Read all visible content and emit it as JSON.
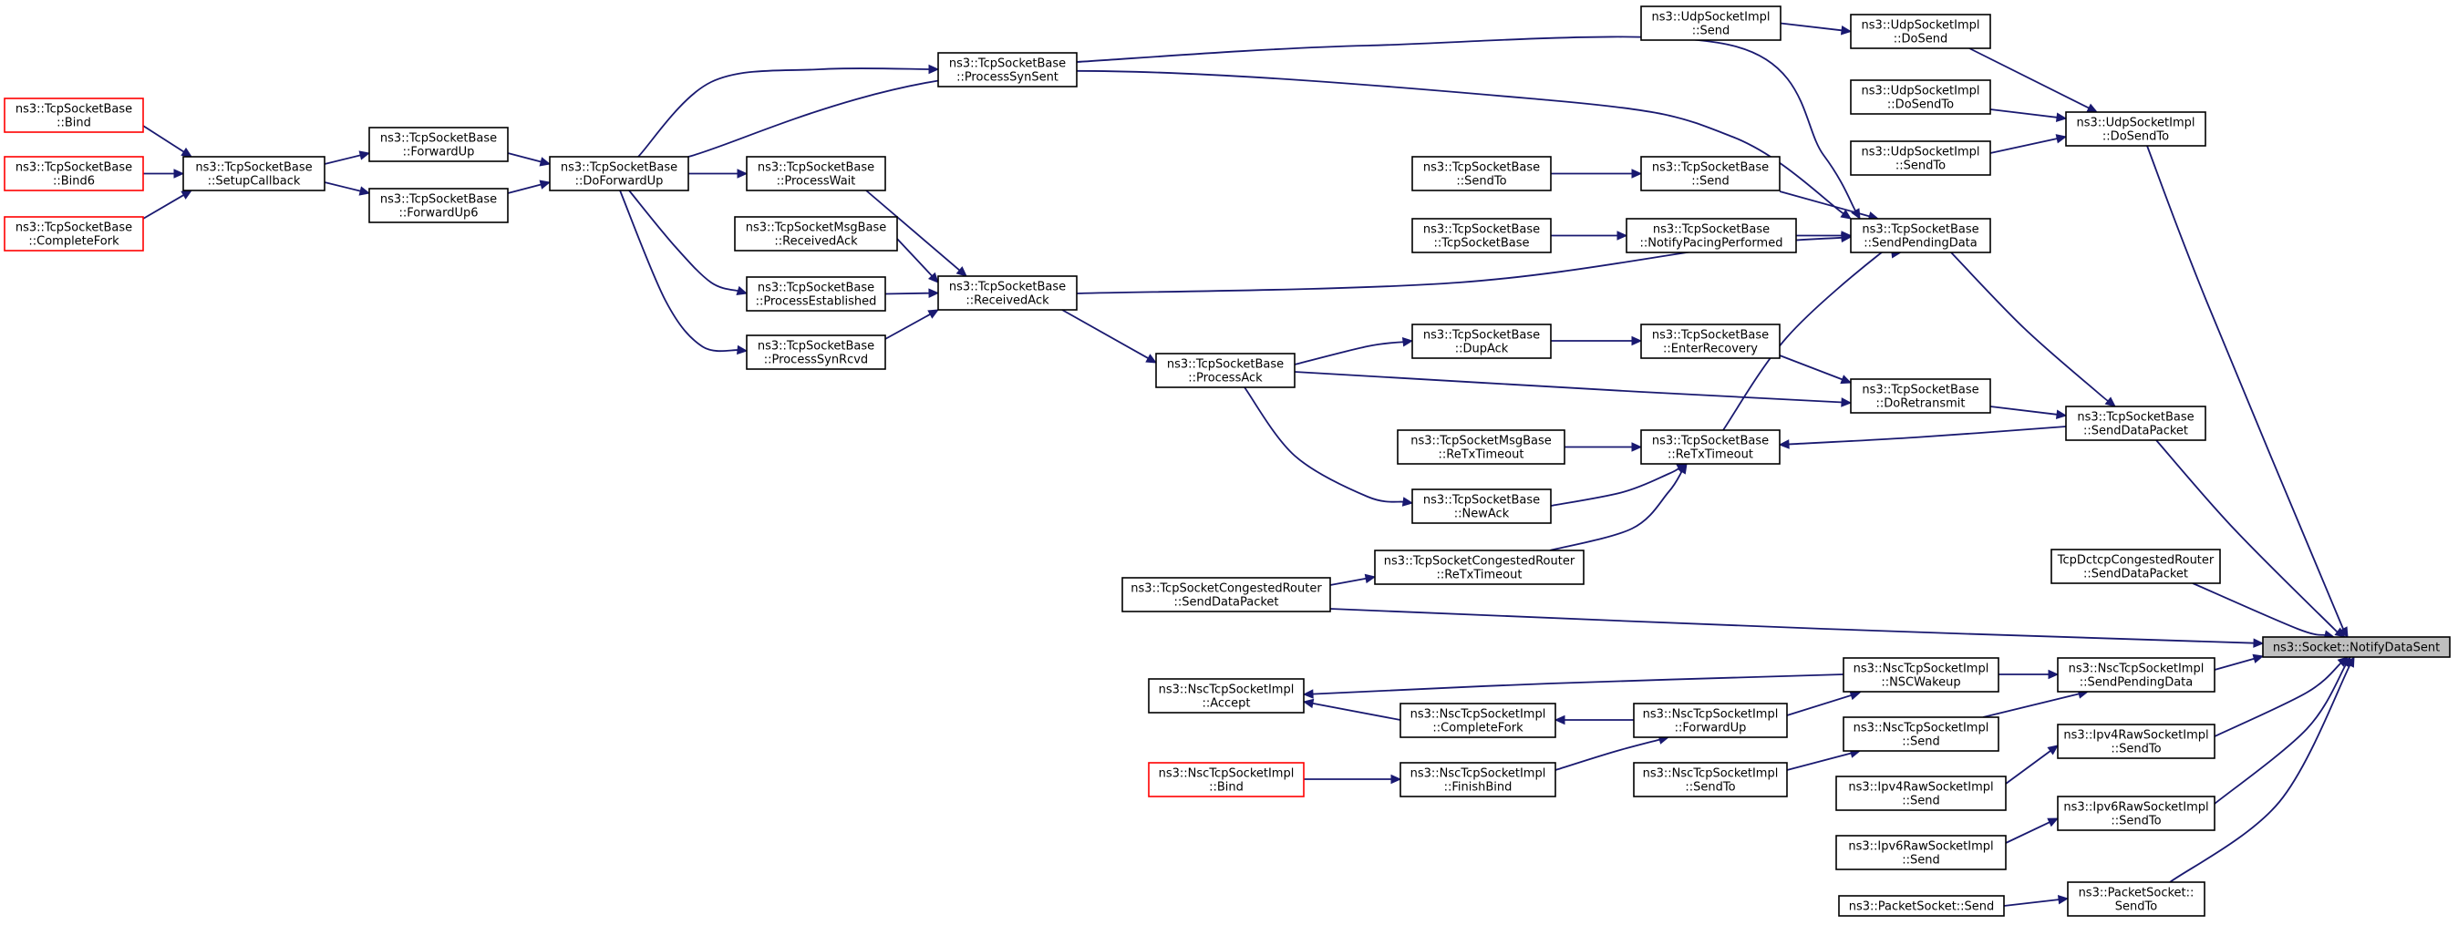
{
  "graph": {
    "type": "caller-graph",
    "root": "socket_notify",
    "nodes": [
      {
        "id": "udp_send",
        "lines": [
          "ns3::UdpSocketImpl",
          "::Send"
        ]
      },
      {
        "id": "udp_dosend",
        "lines": [
          "ns3::UdpSocketImpl",
          "::DoSend"
        ]
      },
      {
        "id": "udp_dosendto_l",
        "lines": [
          "ns3::UdpSocketImpl",
          "::DoSendTo"
        ]
      },
      {
        "id": "udp_sendto",
        "lines": [
          "ns3::UdpSocketImpl",
          "::SendTo"
        ]
      },
      {
        "id": "udp_dosendto",
        "lines": [
          "ns3::UdpSocketImpl",
          "::DoSendTo"
        ]
      },
      {
        "id": "tcp_bind",
        "lines": [
          "ns3::TcpSocketBase",
          "::Bind"
        ],
        "red": true
      },
      {
        "id": "tcp_bind6",
        "lines": [
          "ns3::TcpSocketBase",
          "::Bind6"
        ],
        "red": true
      },
      {
        "id": "tcp_completefork",
        "lines": [
          "ns3::TcpSocketBase",
          "::CompleteFork"
        ],
        "red": true
      },
      {
        "id": "tcp_setupcallback",
        "lines": [
          "ns3::TcpSocketBase",
          "::SetupCallback"
        ]
      },
      {
        "id": "tcp_forwardup",
        "lines": [
          "ns3::TcpSocketBase",
          "::ForwardUp"
        ]
      },
      {
        "id": "tcp_forwardup6",
        "lines": [
          "ns3::TcpSocketBase",
          "::ForwardUp6"
        ]
      },
      {
        "id": "tcp_doforwardup",
        "lines": [
          "ns3::TcpSocketBase",
          "::DoForwardUp"
        ]
      },
      {
        "id": "tcp_processsynsent",
        "lines": [
          "ns3::TcpSocketBase",
          "::ProcessSynSent"
        ]
      },
      {
        "id": "tcp_processwait",
        "lines": [
          "ns3::TcpSocketBase",
          "::ProcessWait"
        ]
      },
      {
        "id": "tcpmsg_receivedack",
        "lines": [
          "ns3::TcpSocketMsgBase",
          "::ReceivedAck"
        ]
      },
      {
        "id": "tcp_processestablished",
        "lines": [
          "ns3::TcpSocketBase",
          "::ProcessEstablished"
        ]
      },
      {
        "id": "tcp_processsynrcvd",
        "lines": [
          "ns3::TcpSocketBase",
          "::ProcessSynRcvd"
        ]
      },
      {
        "id": "tcp_receivedack",
        "lines": [
          "ns3::TcpSocketBase",
          "::ReceivedAck"
        ]
      },
      {
        "id": "tcp_processack",
        "lines": [
          "ns3::TcpSocketBase",
          "::ProcessAck"
        ]
      },
      {
        "id": "tcp_sendto",
        "lines": [
          "ns3::TcpSocketBase",
          "::SendTo"
        ]
      },
      {
        "id": "tcp_tcpsocketbase",
        "lines": [
          "ns3::TcpSocketBase",
          "::TcpSocketBase"
        ]
      },
      {
        "id": "tcp_send",
        "lines": [
          "ns3::TcpSocketBase",
          "::Send"
        ]
      },
      {
        "id": "tcp_notifypacing",
        "lines": [
          "ns3::TcpSocketBase",
          "::NotifyPacingPerformed"
        ]
      },
      {
        "id": "tcp_sendpendingdata",
        "lines": [
          "ns3::TcpSocketBase",
          "::SendPendingData"
        ]
      },
      {
        "id": "tcp_dupack",
        "lines": [
          "ns3::TcpSocketBase",
          "::DupAck"
        ]
      },
      {
        "id": "tcp_enterrecovery",
        "lines": [
          "ns3::TcpSocketBase",
          "::EnterRecovery"
        ]
      },
      {
        "id": "tcp_doretransmit",
        "lines": [
          "ns3::TcpSocketBase",
          "::DoRetransmit"
        ]
      },
      {
        "id": "tcp_senddatapacket",
        "lines": [
          "ns3::TcpSocketBase",
          "::SendDataPacket"
        ]
      },
      {
        "id": "tcpmsg_retxtimeout",
        "lines": [
          "ns3::TcpSocketMsgBase",
          "::ReTxTimeout"
        ]
      },
      {
        "id": "tcp_retxtimeout",
        "lines": [
          "ns3::TcpSocketBase",
          "::ReTxTimeout"
        ]
      },
      {
        "id": "tcp_newack",
        "lines": [
          "ns3::TcpSocketBase",
          "::NewAck"
        ]
      },
      {
        "id": "tcpcr_retxtimeout",
        "lines": [
          "ns3::TcpSocketCongestedRouter",
          "::ReTxTimeout"
        ]
      },
      {
        "id": "tcpcr_senddatapacket",
        "lines": [
          "ns3::TcpSocketCongestedRouter",
          "::SendDataPacket"
        ]
      },
      {
        "id": "dctcp_senddatapacket",
        "lines": [
          "TcpDctcpCongestedRouter",
          "::SendDataPacket"
        ]
      },
      {
        "id": "socket_notify",
        "lines": [
          "ns3::Socket::NotifyDataSent"
        ],
        "root": true
      },
      {
        "id": "nsc_accept",
        "lines": [
          "ns3::NscTcpSocketImpl",
          "::Accept"
        ]
      },
      {
        "id": "nsc_completefork",
        "lines": [
          "ns3::NscTcpSocketImpl",
          "::CompleteFork"
        ]
      },
      {
        "id": "nsc_bind",
        "lines": [
          "ns3::NscTcpSocketImpl",
          "::Bind"
        ],
        "red": true
      },
      {
        "id": "nsc_finishbind",
        "lines": [
          "ns3::NscTcpSocketImpl",
          "::FinishBind"
        ]
      },
      {
        "id": "nsc_forwardup",
        "lines": [
          "ns3::NscTcpSocketImpl",
          "::ForwardUp"
        ]
      },
      {
        "id": "nsc_sendto",
        "lines": [
          "ns3::NscTcpSocketImpl",
          "::SendTo"
        ]
      },
      {
        "id": "nsc_nscwakeup",
        "lines": [
          "ns3::NscTcpSocketImpl",
          "::NSCWakeup"
        ]
      },
      {
        "id": "nsc_send",
        "lines": [
          "ns3::NscTcpSocketImpl",
          "::Send"
        ]
      },
      {
        "id": "nsc_sendpendingdata",
        "lines": [
          "ns3::NscTcpSocketImpl",
          "::SendPendingData"
        ]
      },
      {
        "id": "ipv4raw_send",
        "lines": [
          "ns3::Ipv4RawSocketImpl",
          "::Send"
        ]
      },
      {
        "id": "ipv4raw_sendto",
        "lines": [
          "ns3::Ipv4RawSocketImpl",
          "::SendTo"
        ]
      },
      {
        "id": "ipv6raw_send",
        "lines": [
          "ns3::Ipv6RawSocketImpl",
          "::Send"
        ]
      },
      {
        "id": "ipv6raw_sendto",
        "lines": [
          "ns3::Ipv6RawSocketImpl",
          "::SendTo"
        ]
      },
      {
        "id": "packet_send",
        "lines": [
          "ns3::PacketSocket::Send"
        ]
      },
      {
        "id": "packet_sendto",
        "lines": [
          "ns3::PacketSocket::",
          "SendTo"
        ]
      }
    ],
    "edges": [
      [
        "udp_send",
        "udp_dosend"
      ],
      [
        "udp_dosend",
        "udp_dosendto"
      ],
      [
        "udp_dosendto_l",
        "udp_dosendto"
      ],
      [
        "udp_sendto",
        "udp_dosendto"
      ],
      [
        "udp_dosendto",
        "socket_notify"
      ],
      [
        "tcp_bind",
        "tcp_setupcallback"
      ],
      [
        "tcp_bind6",
        "tcp_setupcallback"
      ],
      [
        "tcp_completefork",
        "tcp_setupcallback"
      ],
      [
        "tcp_setupcallback",
        "tcp_forwardup"
      ],
      [
        "tcp_setupcallback",
        "tcp_forwardup6"
      ],
      [
        "tcp_forwardup",
        "tcp_doforwardup"
      ],
      [
        "tcp_forwardup6",
        "tcp_doforwardup"
      ],
      [
        "tcp_doforwardup",
        "tcp_processsynsent"
      ],
      [
        "tcp_doforwardup",
        "tcp_processwait"
      ],
      [
        "tcp_doforwardup",
        "tcp_processestablished"
      ],
      [
        "tcp_doforwardup",
        "tcp_processsynrcvd"
      ],
      [
        "tcp_doforwardup",
        "tcp_sendpendingdata"
      ],
      [
        "tcp_processsynsent",
        "tcp_sendpendingdata"
      ],
      [
        "tcp_processwait",
        "tcp_receivedack"
      ],
      [
        "tcpmsg_receivedack",
        "tcp_receivedack"
      ],
      [
        "tcp_processestablished",
        "tcp_receivedack"
      ],
      [
        "tcp_processsynrcvd",
        "tcp_receivedack"
      ],
      [
        "tcp_receivedack",
        "tcp_sendpendingdata"
      ],
      [
        "tcp_receivedack",
        "tcp_processack"
      ],
      [
        "tcp_sendto",
        "tcp_send"
      ],
      [
        "tcp_send",
        "tcp_sendpendingdata"
      ],
      [
        "tcp_tcpsocketbase",
        "tcp_notifypacing"
      ],
      [
        "tcp_notifypacing",
        "tcp_sendpendingdata"
      ],
      [
        "tcp_processack",
        "tcp_dupack"
      ],
      [
        "tcp_dupack",
        "tcp_enterrecovery"
      ],
      [
        "tcp_enterrecovery",
        "tcp_doretransmit"
      ],
      [
        "tcp_processack",
        "tcp_doretransmit"
      ],
      [
        "tcp_processack",
        "tcp_newack"
      ],
      [
        "tcp_doretransmit",
        "tcp_senddatapacket"
      ],
      [
        "tcp_sendpendingdata",
        "tcp_senddatapacket"
      ],
      [
        "tcp_senddatapacket",
        "tcp_retxtimeout"
      ],
      [
        "tcpmsg_retxtimeout",
        "tcp_retxtimeout"
      ],
      [
        "tcp_newack",
        "tcp_retxtimeout"
      ],
      [
        "tcp_retxtimeout",
        "tcp_sendpendingdata"
      ],
      [
        "tcpcr_retxtimeout",
        "tcp_retxtimeout"
      ],
      [
        "tcpcr_senddatapacket",
        "tcpcr_retxtimeout"
      ],
      [
        "tcp_senddatapacket",
        "socket_notify"
      ],
      [
        "dctcp_senddatapacket",
        "socket_notify"
      ],
      [
        "tcpcr_senddatapacket",
        "socket_notify"
      ],
      [
        "nsc_nscwakeup",
        "nsc_accept"
      ],
      [
        "nsc_completefork",
        "nsc_accept"
      ],
      [
        "nsc_forwardup",
        "nsc_completefork"
      ],
      [
        "nsc_bind",
        "nsc_finishbind"
      ],
      [
        "nsc_finishbind",
        "nsc_forwardup"
      ],
      [
        "nsc_forwardup",
        "nsc_nscwakeup"
      ],
      [
        "nsc_nscwakeup",
        "nsc_sendpendingdata"
      ],
      [
        "nsc_sendto",
        "nsc_send"
      ],
      [
        "nsc_send",
        "nsc_sendpendingdata"
      ],
      [
        "nsc_sendpendingdata",
        "socket_notify"
      ],
      [
        "ipv4raw_send",
        "ipv4raw_sendto"
      ],
      [
        "ipv4raw_sendto",
        "socket_notify"
      ],
      [
        "ipv6raw_send",
        "ipv6raw_sendto"
      ],
      [
        "ipv6raw_sendto",
        "socket_notify"
      ],
      [
        "packet_send",
        "packet_sendto"
      ],
      [
        "packet_sendto",
        "socket_notify"
      ]
    ]
  },
  "colors": {
    "edge": "#191970",
    "node_border": "#000000",
    "node_border_unlinked": "#ff0000",
    "root_fill": "#bfbfbf"
  }
}
